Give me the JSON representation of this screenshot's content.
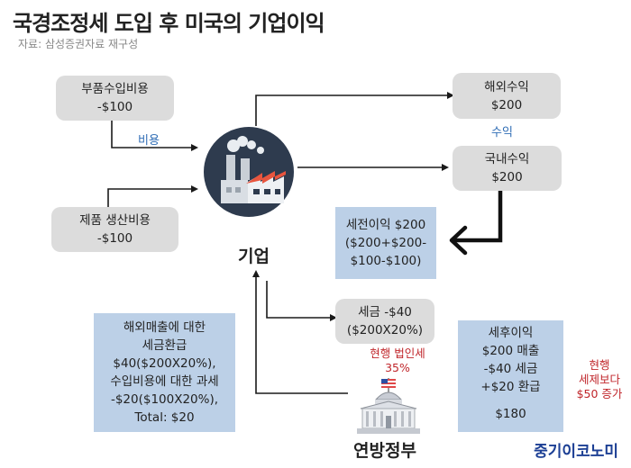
{
  "title": "국경조정세 도입 후 미국의 기업이익",
  "source": "자료: 삼성증권자료 재구성",
  "nodes": {
    "parts_cost": {
      "line1": "부품수입비용",
      "line2": "-$100"
    },
    "production_cost": {
      "line1": "제품 생산비용",
      "line2": "-$100"
    },
    "overseas_revenue": {
      "line1": "해외수익",
      "line2": "$200"
    },
    "domestic_revenue": {
      "line1": "국내수익",
      "line2": "$200"
    },
    "pretax_profit": {
      "line1": "세전이익 $200",
      "line2": "($200+$200-",
      "line3": "$100-$100)"
    },
    "tax": {
      "line1": "세금 -$40",
      "line2": "($200X20%)"
    },
    "tax_refund": {
      "line1": "해외매출에 대한",
      "line2": "세금환급",
      "line3": "$40($200X20%),",
      "line4": "수입비용에 대한 과세",
      "line5": "-$20($100X20%),",
      "line6": "Total: $20"
    },
    "aftertax_profit": {
      "line1": "세후이익",
      "line2": "$200 매출",
      "line3": "-$40 세금",
      "line4": "+$20 환급",
      "line5": "$180"
    }
  },
  "labels": {
    "cost": "비용",
    "revenue": "수익",
    "company": "기업",
    "federal_government": "연방정부",
    "current_tax_line1": "현행 법인세",
    "current_tax_line2": "35%",
    "increase_line1": "현행",
    "increase_line2": "세제보다",
    "increase_line3": "$50 증가"
  },
  "brand": "중기이코노미",
  "colors": {
    "gray_box": "#dcdcdc",
    "blue_box": "#bcd0e7",
    "blue_text": "#2f6db5",
    "red_text": "#c0262b",
    "brand": "#1c3f94",
    "factory_circle": "#2e3b4e",
    "factory_roof": "#e8553e"
  },
  "icons": [
    "factory-icon",
    "government-building-icon",
    "us-flag-icon"
  ]
}
